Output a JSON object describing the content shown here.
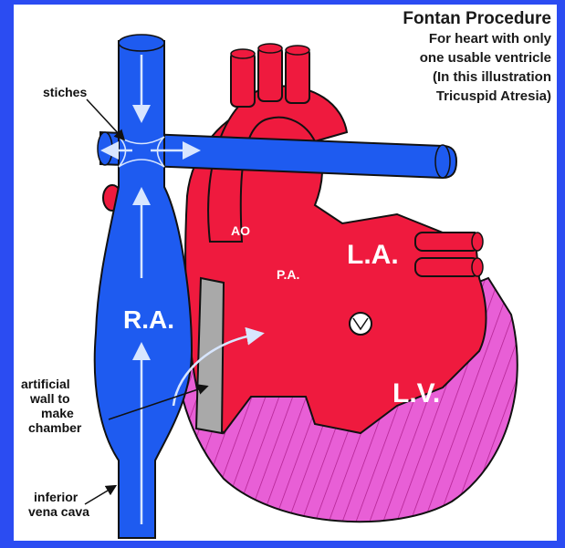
{
  "title": {
    "heading": "Fontan Procedure",
    "lines": [
      "For heart with only",
      "one usable ventricle",
      "(In this illustration",
      "Tricuspid Atresia)"
    ]
  },
  "labels": {
    "stitches": "stiches",
    "ao": "AO",
    "pa": "P.A.",
    "la": "L.A.",
    "ra": "R.A.",
    "lv": "L.V.",
    "artificial_wall": [
      "artificial",
      "wall to",
      "make",
      "chamber"
    ],
    "ivc": [
      "inferior",
      "vena cava"
    ]
  },
  "colors": {
    "frame": "#2b4cf2",
    "vessel_blue": "#1e5bf0",
    "heart_red": "#ef1a3e",
    "ventricle_magenta": "#e85fd6",
    "wall_gray": "#a9a9a9"
  }
}
